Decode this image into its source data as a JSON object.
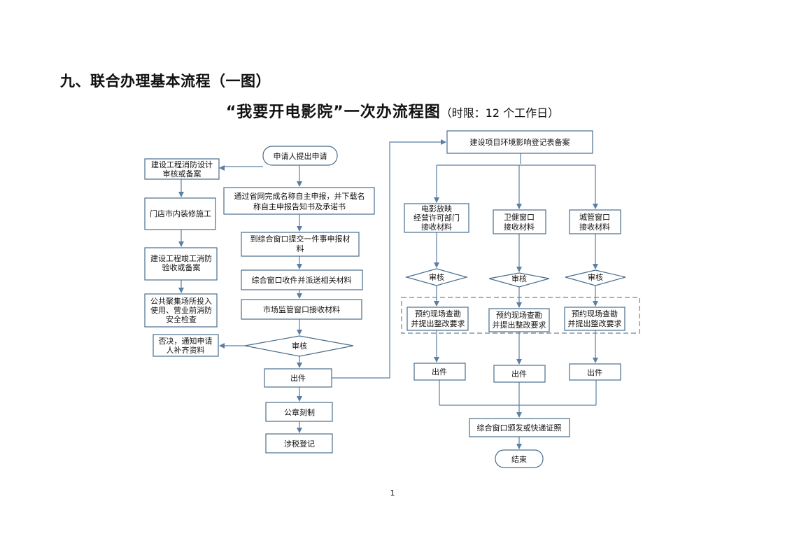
{
  "heading": "九、联合办理基本流程（一图）",
  "title": {
    "main": "“我要开电影院”一次办流程图",
    "sub": "（时限：12 个工作日）"
  },
  "flow": {
    "start": "申请人提出申请",
    "left": {
      "fire_design": [
        "建设工程消防设计",
        "审核或备案"
      ],
      "renovation": "门店市内装修施工",
      "fire_completion": [
        "建设工程竣工消防",
        "验收或备案"
      ],
      "public_safety": [
        "公共聚集场所投入",
        "使用、营业前消防",
        "安全检查"
      ]
    },
    "center": {
      "online_apply": [
        "通过省网完成名称自主申报，并下载名",
        "称自主申报告知书及承诺书"
      ],
      "submit_window": [
        "到综合窗口提交一件事申报材",
        "料"
      ],
      "receive_dispatch": "综合窗口收件并派送相关材料",
      "market_receive": "市场监管窗口接收材料",
      "review": "审核",
      "reject": [
        "否决，通知申请",
        "人补齐资料"
      ],
      "issue": "出件",
      "seal": "公章刻制",
      "tax": "涉税登记"
    },
    "right": {
      "env": "建设项目环境影响登记表备案",
      "film_dept": [
        "电影放映",
        "经营许可部门",
        "接收材料"
      ],
      "health": [
        "卫健窗口",
        "接收材料"
      ],
      "city": [
        "城管窗口",
        "接收材料"
      ],
      "review": "审核",
      "inspect": [
        "预约现场查勘",
        "并提出整改要求"
      ],
      "issue": "出件",
      "final": "综合窗口颁发或快递证照",
      "end": "结束"
    }
  },
  "page_number": "1",
  "colors": {
    "box_border": "#4a6d8c",
    "arrow": "#5b7fa3",
    "dashed": "#6e8296"
  }
}
